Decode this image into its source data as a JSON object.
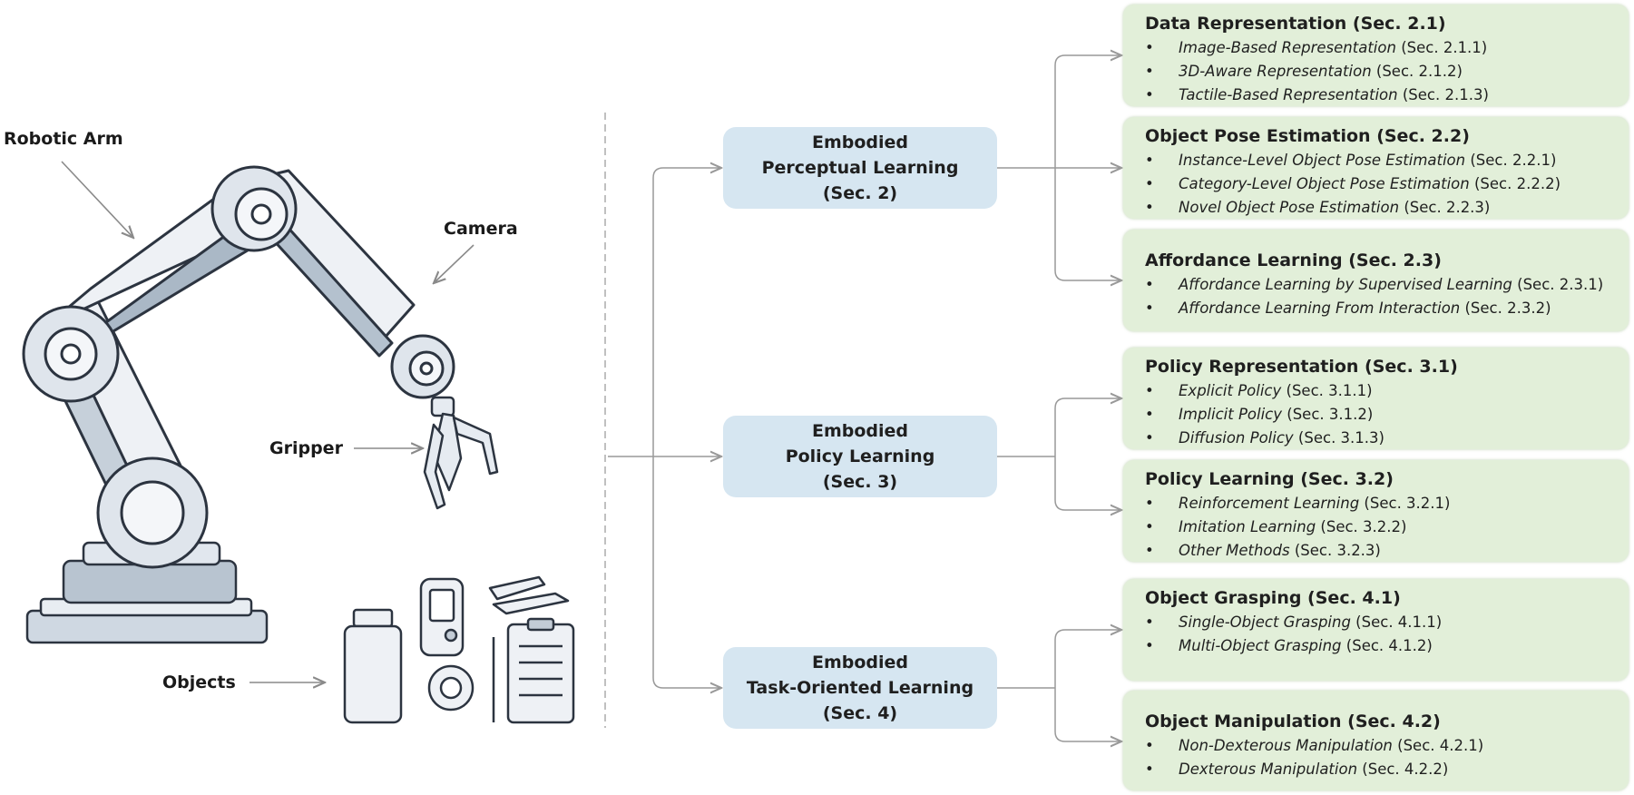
{
  "colors": {
    "perception_box": "#d6e6f1",
    "subtopic_box": "#e2efd9",
    "arrow": "#999999",
    "text": "#1f1f1f"
  },
  "figure": {
    "labels": {
      "robotic_arm": "Robotic Arm",
      "camera": "Camera",
      "gripper": "Gripper",
      "objects": "Objects"
    }
  },
  "sections": [
    {
      "id": "perceptual",
      "lines": [
        "Embodied",
        "Perceptual Learning",
        "(Sec. 2)"
      ]
    },
    {
      "id": "policy",
      "lines": [
        "Embodied",
        "Policy Learning",
        "(Sec. 3)"
      ]
    },
    {
      "id": "task",
      "lines": [
        "Embodied",
        "Task-Oriented Learning",
        "(Sec. 4)"
      ]
    }
  ],
  "subsections": [
    {
      "title": "Data Representation (Sec. 2.1)",
      "items": [
        {
          "bullet": "•",
          "topic": "Image-Based Representation",
          "ref": " (Sec. 2.1.1)"
        },
        {
          "bullet": "•",
          "topic": "3D-Aware Representation",
          "ref": " (Sec. 2.1.2)"
        },
        {
          "bullet": "•",
          "topic": "Tactile-Based Representation",
          "ref": " (Sec. 2.1.3)"
        }
      ]
    },
    {
      "title": "Object Pose Estimation (Sec. 2.2)",
      "items": [
        {
          "bullet": "•",
          "topic": "Instance-Level Object Pose Estimation",
          "ref": " (Sec. 2.2.1)"
        },
        {
          "bullet": "•",
          "topic": "Category-Level Object Pose Estimation",
          "ref": " (Sec. 2.2.2)"
        },
        {
          "bullet": "•",
          "topic": "Novel Object Pose Estimation",
          "ref": " (Sec. 2.2.3)"
        }
      ]
    },
    {
      "title": "Affordance Learning (Sec. 2.3)",
      "items": [
        {
          "bullet": "•",
          "topic": "Affordance Learning by Supervised Learning",
          "ref": " (Sec. 2.3.1)"
        },
        {
          "bullet": "•",
          "topic": "Affordance Learning From Interaction",
          "ref": " (Sec. 2.3.2)"
        }
      ]
    },
    {
      "title": "Policy Representation (Sec. 3.1)",
      "items": [
        {
          "bullet": "•",
          "topic": "Explicit Policy",
          "ref": " (Sec. 3.1.1)"
        },
        {
          "bullet": "•",
          "topic": "Implicit Policy",
          "ref": " (Sec. 3.1.2)"
        },
        {
          "bullet": "•",
          "topic": "Diffusion Policy",
          "ref": " (Sec. 3.1.3)"
        }
      ]
    },
    {
      "title": "Policy Learning (Sec. 3.2)",
      "items": [
        {
          "bullet": "•",
          "topic": "Reinforcement Learning",
          "ref": " (Sec. 3.2.1)"
        },
        {
          "bullet": "•",
          "topic": "Imitation Learning",
          "ref": " (Sec. 3.2.2)"
        },
        {
          "bullet": "•",
          "topic": "Other Methods",
          "ref": " (Sec. 3.2.3)"
        }
      ]
    },
    {
      "title": "Object Grasping (Sec. 4.1)",
      "items": [
        {
          "bullet": "•",
          "topic": "Single-Object Grasping",
          "ref": " (Sec. 4.1.1)"
        },
        {
          "bullet": "•",
          "topic": "Multi-Object Grasping",
          "ref": " (Sec. 4.1.2)"
        }
      ]
    },
    {
      "title": "Object Manipulation (Sec. 4.2)",
      "items": [
        {
          "bullet": "•",
          "topic": "Non-Dexterous Manipulation",
          "ref": " (Sec. 4.2.1)"
        },
        {
          "bullet": "•",
          "topic": "Dexterous Manipulation",
          "ref": " (Sec. 4.2.2)"
        }
      ]
    }
  ]
}
